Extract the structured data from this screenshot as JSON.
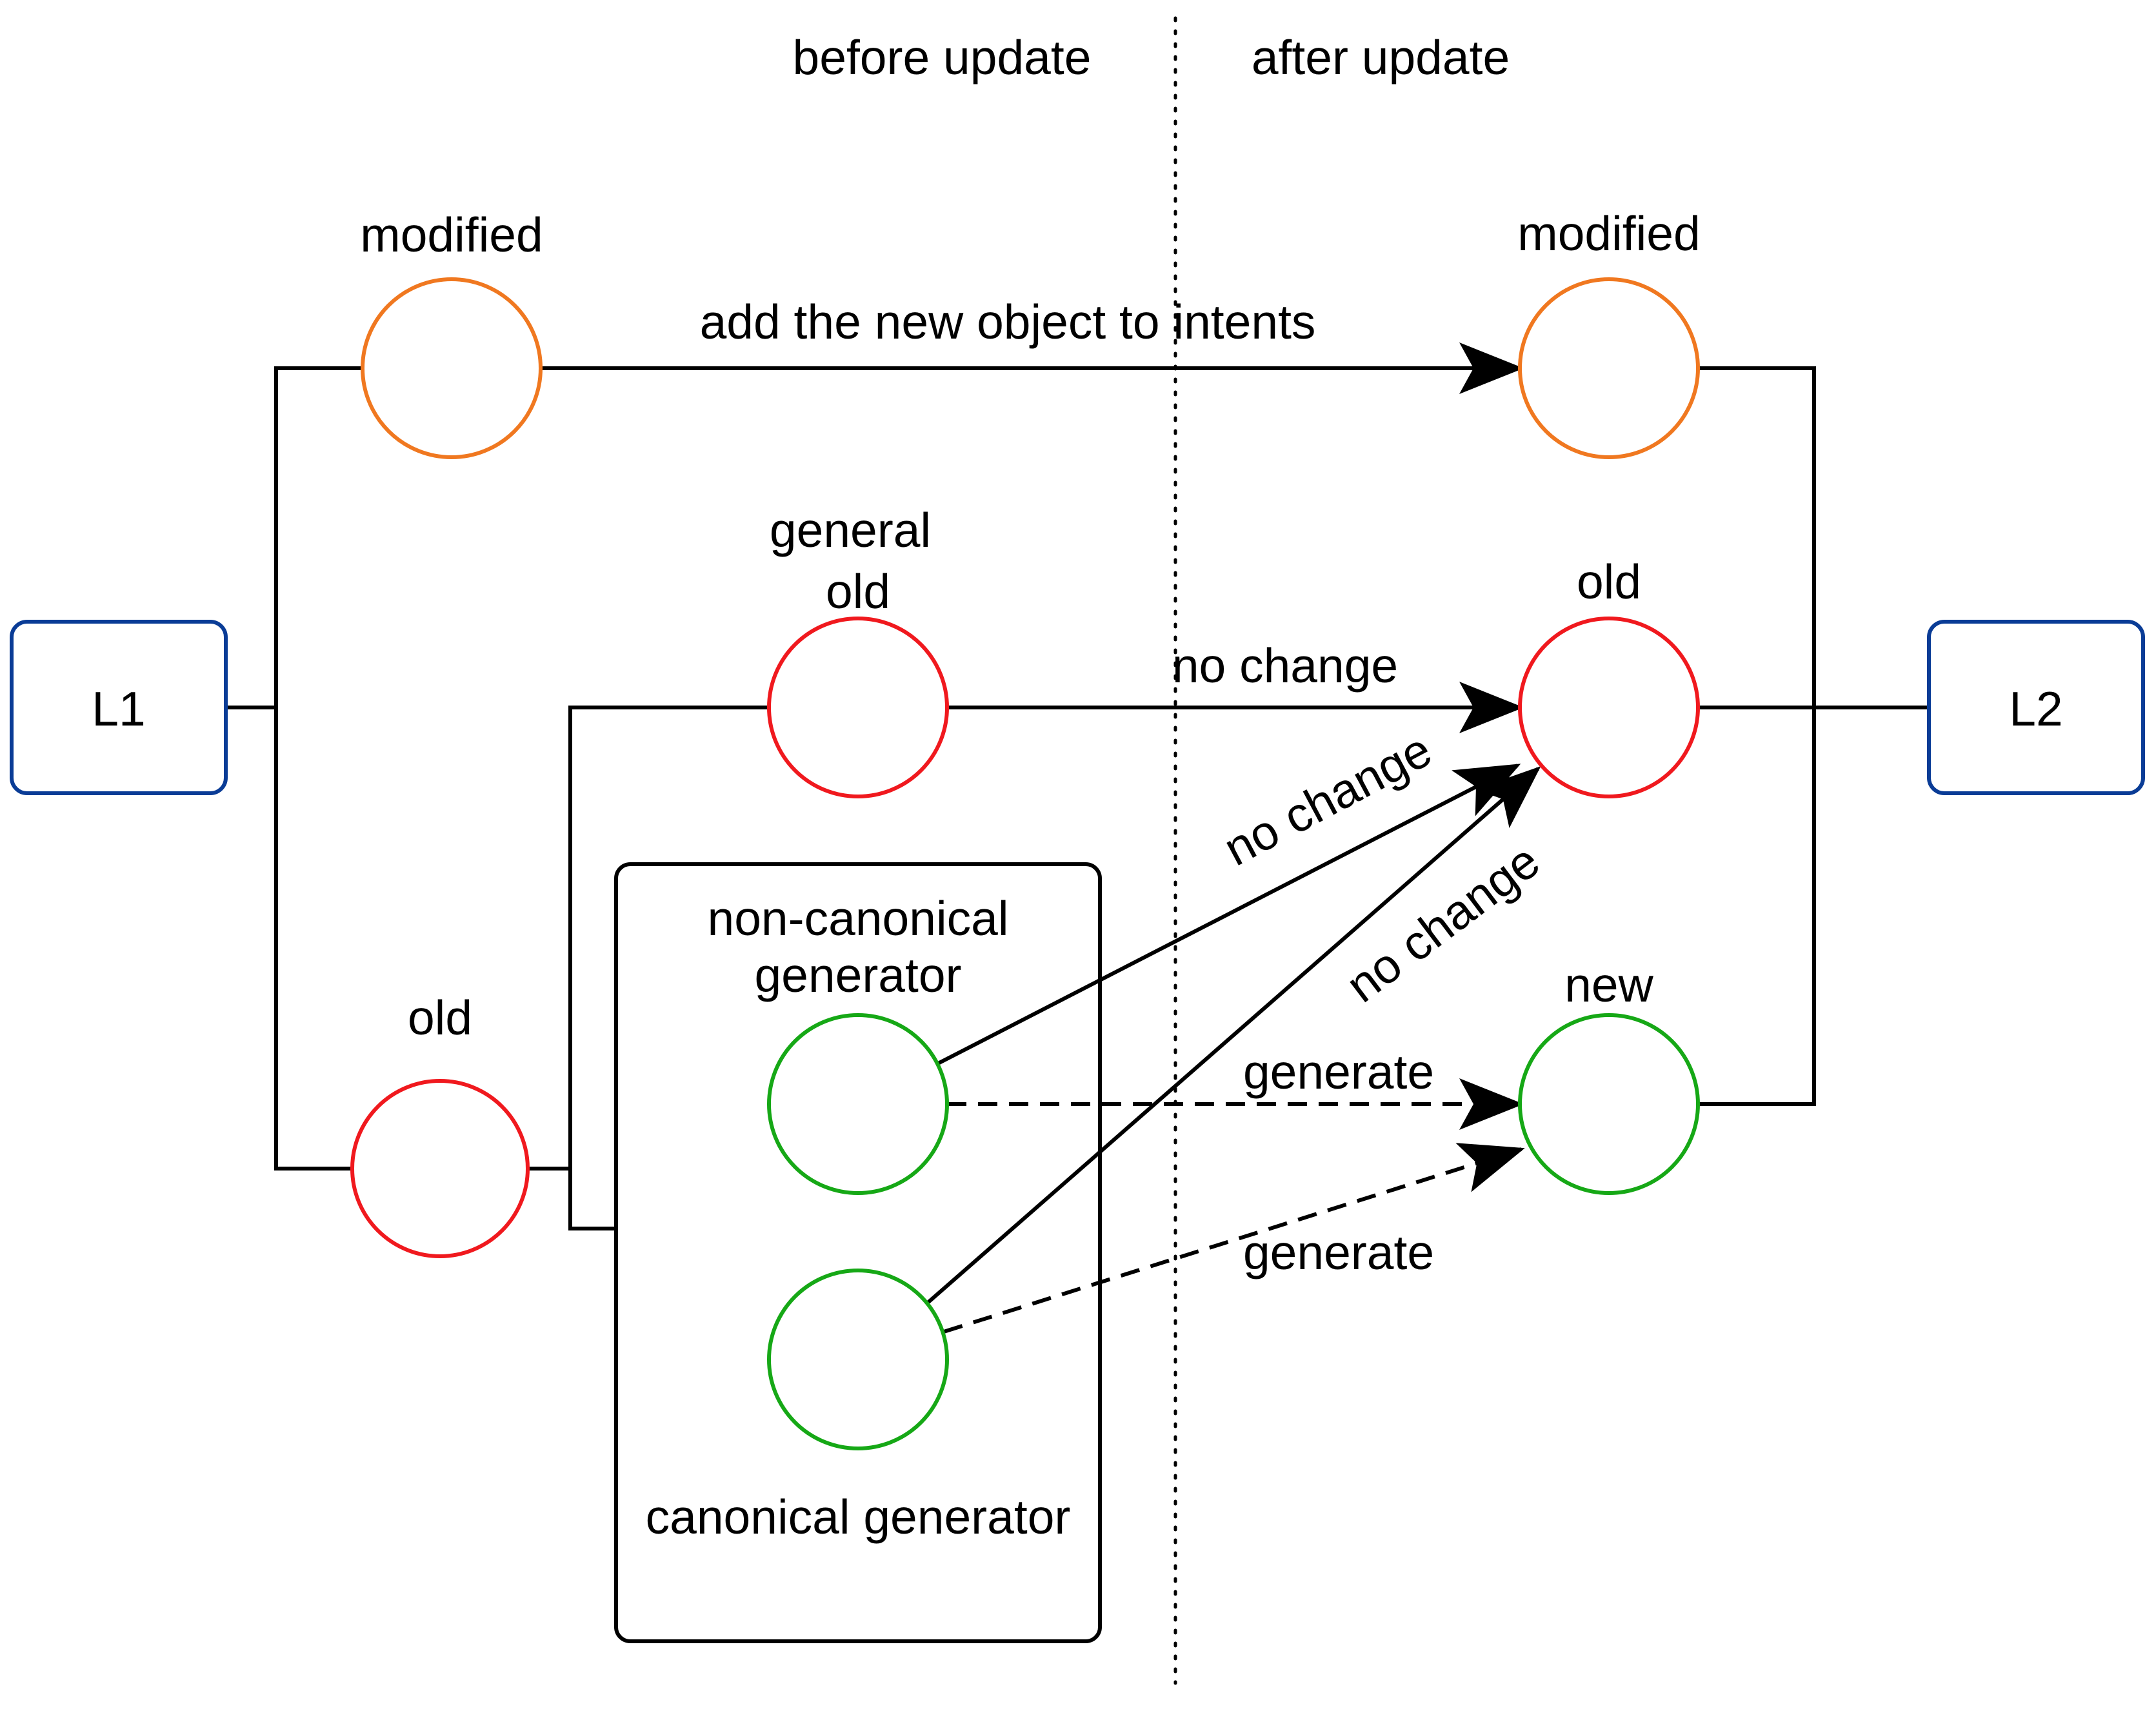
{
  "header": {
    "before": "before update",
    "after": "after update"
  },
  "endpoints": {
    "l1": "L1",
    "l2": "L2"
  },
  "nodes": {
    "modified_before": "modified",
    "general_old_line1": "general",
    "general_old_line2": "old",
    "old_before": "old",
    "modified_after": "modified",
    "old_after": "old",
    "new_after": "new"
  },
  "group": {
    "noncanonical_line1": "non-canonical",
    "noncanonical_line2": "generator",
    "canonical": "canonical generator"
  },
  "edges": {
    "add_intents": "add the new object to intents",
    "no_change_1": "no change",
    "no_change_2": "no change",
    "no_change_3": "no change",
    "generate_1": "generate",
    "generate_2": "generate"
  },
  "colors": {
    "modified": "#F07820",
    "old": "#F0191E",
    "new": "#16A816",
    "endpoint": "#0A3C96",
    "line": "#000000"
  }
}
